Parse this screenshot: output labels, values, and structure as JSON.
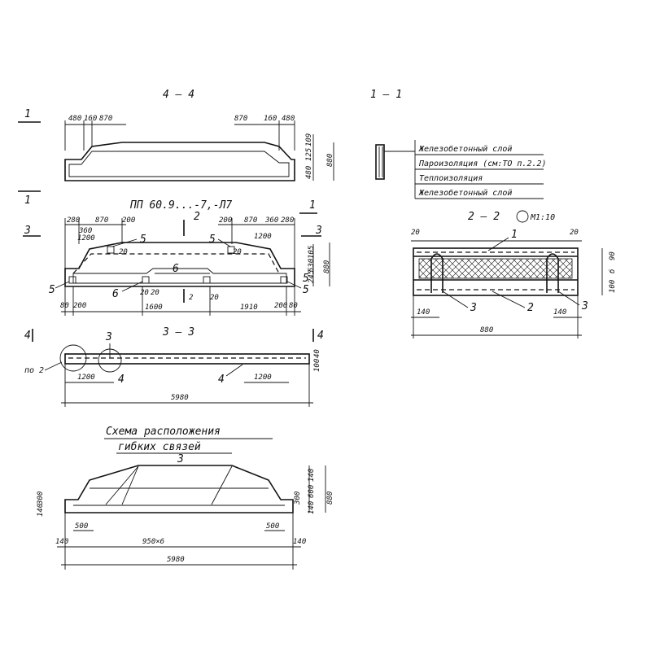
{
  "sec44": {
    "title": "4 — 4",
    "cut": "1",
    "dims_left": [
      "480",
      "160",
      "870"
    ],
    "dims_right": [
      "870",
      "160",
      "480"
    ],
    "dims_vert": [
      "109",
      "125",
      "480"
    ],
    "height": "880"
  },
  "sec11": {
    "title": "1 — 1",
    "layers": [
      "Железобетонный слой",
      "Пароизоляция (см:ТО п.2.2)",
      "Теплоизоляция",
      "Железобетонный слой"
    ]
  },
  "panel": {
    "title": "ПП 60.9...-7,-Л7",
    "markers": [
      "1",
      "3",
      "3",
      "1",
      "2",
      "2"
    ],
    "dims_top_left": [
      "280",
      "870",
      "200",
      "360",
      "1200"
    ],
    "dims_top_right": [
      "200",
      "870",
      "360",
      "280",
      "1200"
    ],
    "dims_vert": [
      "105",
      "530",
      "245"
    ],
    "height": "880",
    "callouts": [
      "5",
      "5",
      "5",
      "6",
      "6",
      "5",
      "5"
    ],
    "small": [
      "20",
      "20",
      "20",
      "20",
      "20"
    ],
    "dims_bottom": [
      "80",
      "200",
      "1600",
      "1910",
      "200",
      "80"
    ]
  },
  "sec22": {
    "title": "2 — 2",
    "scale": "М1:10",
    "dims_top": [
      "20",
      "20"
    ],
    "callouts": [
      "1",
      "2",
      "3",
      "3"
    ],
    "dims_vert": [
      "90",
      "б",
      "100"
    ],
    "dims_bottom": [
      "140",
      "140"
    ],
    "width": "880"
  },
  "sec33": {
    "title": "3 — 3",
    "markers": [
      "4",
      "4"
    ],
    "callouts": [
      "3",
      "4",
      "4"
    ],
    "leader": "по 2",
    "dims": [
      "1200",
      "1200"
    ],
    "vert": [
      "40",
      "100"
    ],
    "length": "5980"
  },
  "scheme": {
    "title_line1": "Схема  расположения",
    "title_line2": "гибких  связей",
    "callout": "3",
    "dims_left_vert": [
      "300",
      "140"
    ],
    "dims_right_vert": [
      "140",
      "600",
      "300",
      "140"
    ],
    "height": "880",
    "dims_bottom": [
      "500",
      "500",
      "140",
      "950×6",
      "140"
    ],
    "length": "5980"
  }
}
